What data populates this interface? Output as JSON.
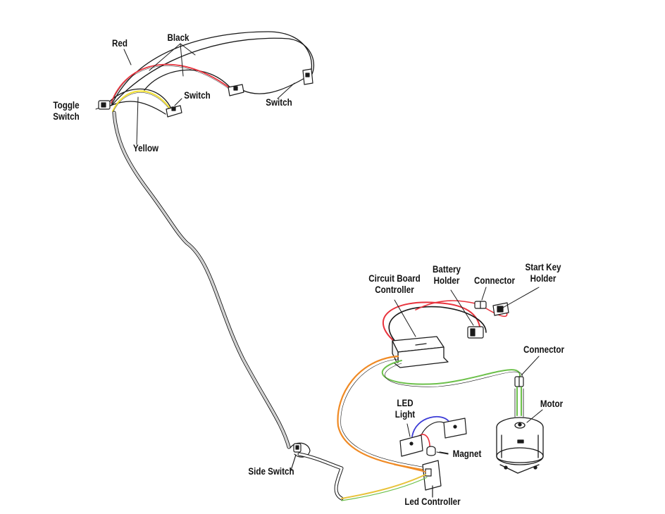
{
  "labels": {
    "red": "Red",
    "black": "Black",
    "toggle_switch": "Toggle\nSwitch",
    "switch_1": "Switch",
    "switch_2": "Switch",
    "yellow": "Yellow",
    "circuit_board_controller": "Circuit Board\nController",
    "battery_holder": "Battery\nHolder",
    "connector_1": "Connector",
    "start_key_holder": "Start Key\nHolder",
    "connector_2": "Connector",
    "motor": "Motor",
    "led_light": "LED\nLight",
    "magnet": "Magnet",
    "side_switch": "Side Switch",
    "led_controller": "Led Controller"
  },
  "wire_colors": {
    "red": "#e8323c",
    "black": "#1a1a1a",
    "yellow": "#f2e13a",
    "orange": "#f08a24",
    "green": "#6cc04a",
    "blue": "#3b3bd6",
    "gray": "#8a8a8a"
  }
}
